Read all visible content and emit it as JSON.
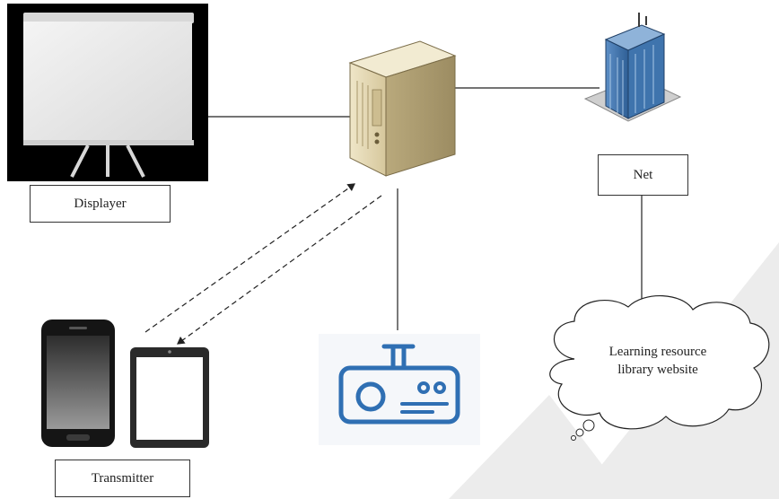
{
  "labels": {
    "displayer": "Displayer",
    "net": "Net",
    "transmitter": "Transmitter",
    "cloud_line1": "Learning resource",
    "cloud_line2": "library website"
  },
  "colors": {
    "line": "#222222",
    "projector_blue": "#2f6fb3",
    "watermark": "#ececec"
  }
}
